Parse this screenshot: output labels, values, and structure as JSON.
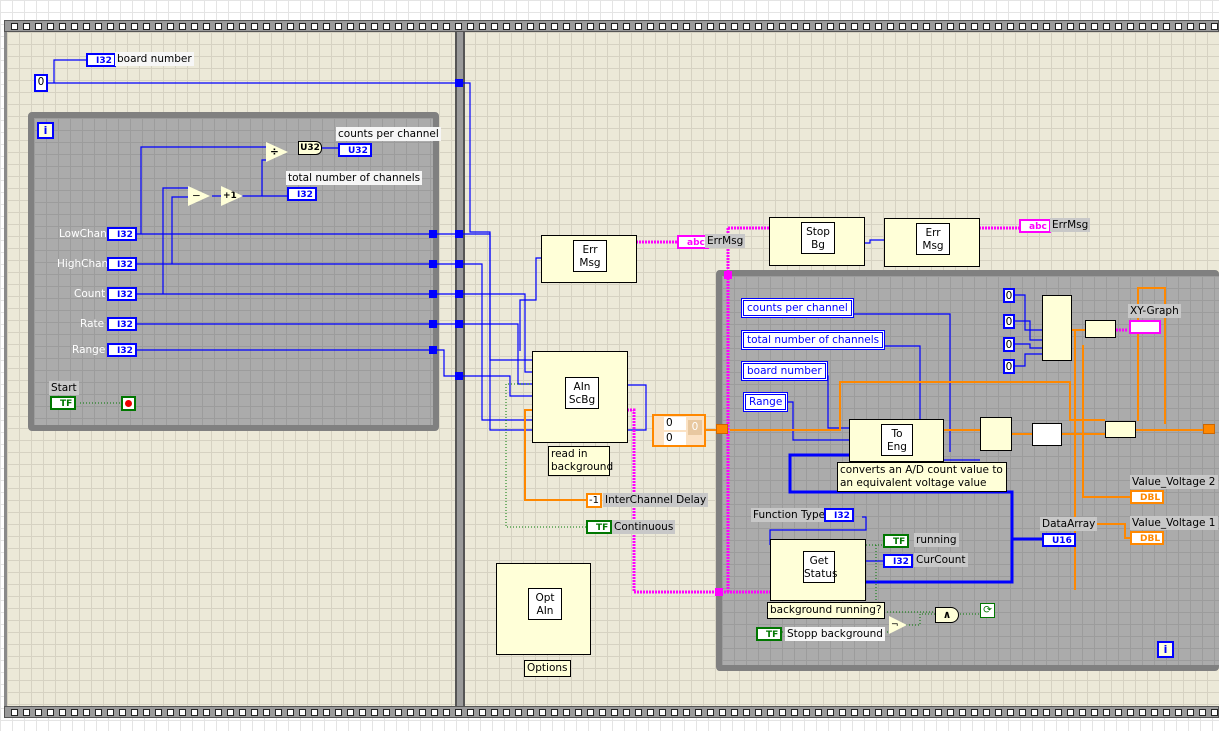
{
  "left_frame": {
    "board_number_constant": "0",
    "board_number_label": "board number",
    "counts_per_channel_label": "counts per channel",
    "total_channels_label": "total number of channels",
    "convert_u32": "U32",
    "divide_symbol": "÷",
    "subtract_symbol": "−",
    "increment_symbol": "+1",
    "loop_info": "i",
    "controls": [
      {
        "label": "LowChan",
        "type": "I32"
      },
      {
        "label": "HighChan",
        "type": "I32"
      },
      {
        "label": "Count",
        "type": "I32"
      },
      {
        "label": "Rate",
        "type": "I32"
      },
      {
        "label": "Range",
        "type": "I32"
      }
    ],
    "start_label": "Start",
    "i32": "I32",
    "u32": "U32",
    "tf": "TF"
  },
  "right_frame": {
    "err_msg_node": [
      "Err",
      "Msg"
    ],
    "errmsg_label": "ErrMsg",
    "abc": "abc",
    "ain_scbg": [
      "AIn",
      "ScBg"
    ],
    "ain_comment": "read in background",
    "interchannel_value": "-1",
    "interchannel_label": "InterChannel Delay",
    "continuous_label": "Continuous",
    "opt_ain": [
      "Opt",
      "AIn"
    ],
    "options_label": "Options",
    "cluster_values": [
      "0",
      "0",
      "0"
    ],
    "stop_bg": [
      "Stop",
      "Bg"
    ],
    "err_msg_node2": [
      "Err",
      "Msg"
    ],
    "errmsg_label2": "ErrMsg",
    "loop": {
      "locals": [
        "counts per channel",
        "total number of channels",
        "board number",
        "Range"
      ],
      "to_eng": [
        "To",
        "Eng"
      ],
      "to_eng_comment": "converts an A/D count value to an equivalent voltage value",
      "zeros": [
        "0",
        "0",
        "0",
        "0"
      ],
      "xy_graph_label": "XY-Graph",
      "value_voltage2": "Value_Voltage 2",
      "value_voltage1": "Value_Voltage 1",
      "data_array": "DataArray",
      "function_type": "Function Type",
      "get_status": [
        "Get",
        "Status"
      ],
      "get_status_comment": "background running?",
      "running": "running",
      "curcount": "CurCount",
      "stop_background": "Stopp background",
      "and_symbol": "∧",
      "not_symbol": "¬",
      "info": "i",
      "dbl": "DBL",
      "u16": "U16",
      "i32": "I32",
      "tf": "TF"
    }
  },
  "colors": {
    "int_wire": "#0000ff",
    "dbl_wire": "#ff8000",
    "bool_wire": "#007000",
    "string_wire": "#ff00ff",
    "frame": "#ECE9D8",
    "loop": "#ABABAB",
    "node": "#FFFFD8"
  }
}
